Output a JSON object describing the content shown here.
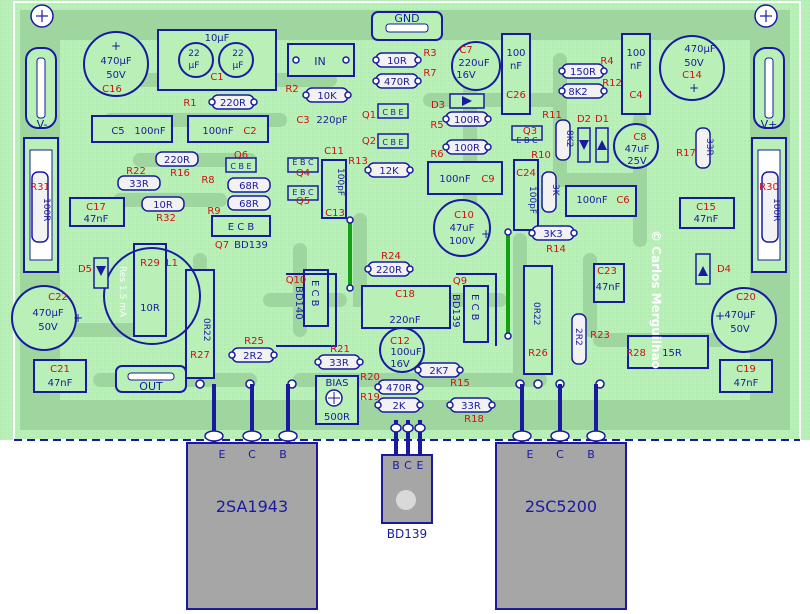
{
  "board": {
    "colors": {
      "board_bg": "#b8f0b8",
      "copper": "#9fd69f",
      "silk": "#1a1aa0",
      "refdes": "#d01010",
      "jumper": "#10a010",
      "device_body": "#a6a6a6"
    }
  },
  "labels": {
    "gnd": "GND",
    "input": "IN",
    "output": "OUT",
    "bias": "BIAS",
    "vminus": "V-",
    "vplus": "V+",
    "watermark": "© Carlos Merguilhao",
    "fuse_text": "Res 1.5 mA"
  },
  "components": [
    {
      "ref": "C16",
      "value": "470µF",
      "value2": "50V"
    },
    {
      "ref": "C1",
      "value": "10µF",
      "inner_left": "22",
      "inner_right": "22",
      "unit": "µF"
    },
    {
      "ref": "R1",
      "value": "220R"
    },
    {
      "ref": "R2",
      "value": "10K"
    },
    {
      "ref": "R3",
      "value": "10R"
    },
    {
      "ref": "R7",
      "value": "470R"
    },
    {
      "ref": "C7",
      "value": "220uF",
      "value2": "16V"
    },
    {
      "ref": "C26",
      "value": "100",
      "value2": "nF"
    },
    {
      "ref": "R4",
      "value": "150R"
    },
    {
      "ref": "R12",
      "value": "8K2"
    },
    {
      "ref": "C4",
      "value": "100",
      "value2": "nF"
    },
    {
      "ref": "C14",
      "value": "470µF",
      "value2": "50V"
    },
    {
      "ref": "C5",
      "value": "100nF"
    },
    {
      "ref": "C2",
      "value": "100nF"
    },
    {
      "ref": "C3",
      "value": "220pF"
    },
    {
      "ref": "Q1",
      "pins": "C B E"
    },
    {
      "ref": "D3"
    },
    {
      "ref": "R5",
      "value": "100R"
    },
    {
      "ref": "R6",
      "value": "100R"
    },
    {
      "ref": "Q2",
      "pins": "C B E"
    },
    {
      "ref": "Q3",
      "pins": "E B C"
    },
    {
      "ref": "R11",
      "value": "8K2"
    },
    {
      "ref": "D2"
    },
    {
      "ref": "D1"
    },
    {
      "ref": "C8",
      "value": "47uF",
      "value2": "25V"
    },
    {
      "ref": "R17",
      "value": "33R"
    },
    {
      "ref": "R16",
      "value": "220R"
    },
    {
      "ref": "Q6",
      "pins": "C B E"
    },
    {
      "ref": "Q4",
      "pins": "E B C"
    },
    {
      "ref": "R22",
      "value": "33R"
    },
    {
      "ref": "R8",
      "value": "68R"
    },
    {
      "ref": "C11",
      "value": "100pF"
    },
    {
      "ref": "R13",
      "value": "12K"
    },
    {
      "ref": "C9",
      "value": "100nF"
    },
    {
      "ref": "C24",
      "value": "100pF"
    },
    {
      "ref": "R10",
      "value": "3K"
    },
    {
      "ref": "C6",
      "value": "100nF"
    },
    {
      "ref": "R31",
      "value": "100R"
    },
    {
      "ref": "R30",
      "value": "100R"
    },
    {
      "ref": "C17",
      "value": "47nF"
    },
    {
      "ref": "R32",
      "value": "10R"
    },
    {
      "ref": "R9",
      "value": "68R"
    },
    {
      "ref": "Q5",
      "pins": "E B C"
    },
    {
      "ref": "C13"
    },
    {
      "ref": "C10",
      "value": "47uF",
      "value2": "100V"
    },
    {
      "ref": "C15",
      "value": "47nF"
    },
    {
      "ref": "Q7",
      "value": "BD139",
      "pins": "E C B"
    },
    {
      "ref": "R14",
      "value": "3K3"
    },
    {
      "ref": "D5"
    },
    {
      "ref": "R29",
      "value": "10R"
    },
    {
      "ref": "L1"
    },
    {
      "ref": "R24",
      "value": "220R"
    },
    {
      "ref": "D4"
    },
    {
      "ref": "C23",
      "value": "47nF"
    },
    {
      "ref": "Q10",
      "value": "BD140",
      "pins": "E C B"
    },
    {
      "ref": "Q9",
      "value": "BD139",
      "pins": "E C B"
    },
    {
      "ref": "C18",
      "value": "220nF"
    },
    {
      "ref": "C22",
      "value": "470µF",
      "value2": "50V"
    },
    {
      "ref": "R27",
      "value": "0R22"
    },
    {
      "ref": "R26",
      "value": "0R22"
    },
    {
      "ref": "R23",
      "value": "2R2"
    },
    {
      "ref": "C20",
      "value": "470µF",
      "value2": "50V"
    },
    {
      "ref": "R25",
      "value": "2R2"
    },
    {
      "ref": "C12",
      "value": "100uF",
      "value2": "16V"
    },
    {
      "ref": "R28",
      "value": "15R"
    },
    {
      "ref": "R21",
      "value": "33R"
    },
    {
      "ref": "R15",
      "value": "2K7"
    },
    {
      "ref": "C21",
      "value": "47nF"
    },
    {
      "ref": "C19",
      "value": "47nF"
    },
    {
      "ref": "R20",
      "value": "470R"
    },
    {
      "ref": "R19",
      "value": "2K"
    },
    {
      "ref": "R18",
      "value": "33R"
    },
    {
      "ref": "BIAS_POT",
      "value": "500R"
    }
  ],
  "transistors": [
    {
      "part": "2SA1943",
      "pins": [
        "E",
        "C",
        "B"
      ]
    },
    {
      "part": "BD139",
      "pins": [
        "B",
        "C",
        "E"
      ]
    },
    {
      "part": "2SC5200",
      "pins": [
        "E",
        "C",
        "B"
      ]
    }
  ]
}
